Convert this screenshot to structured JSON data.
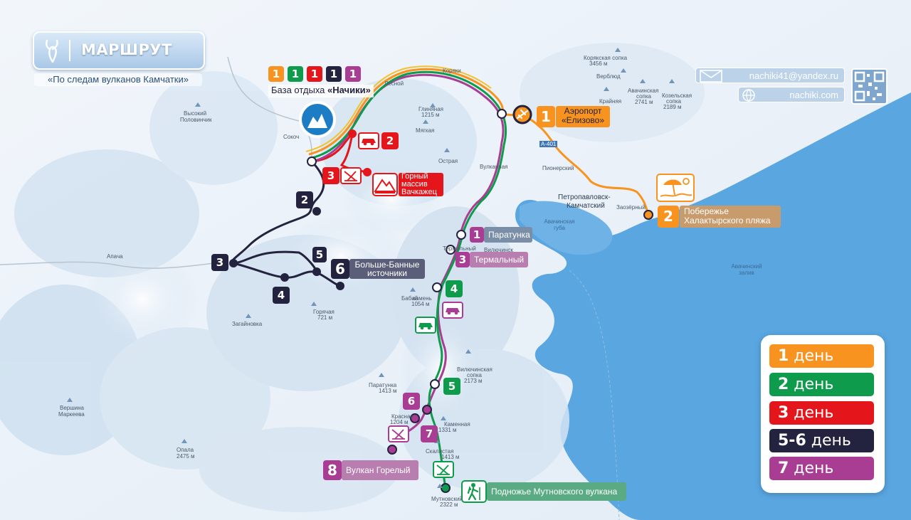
{
  "title": "МАРШРУТ",
  "subtitle": "«По следам вулканов Камчатки»",
  "contacts": {
    "email": "nachiki41@yandex.ru",
    "site": "nachiki.com"
  },
  "base": {
    "label_prefix": "База отдыха ",
    "label_name": "«Начики»",
    "days": [
      "1",
      "1",
      "1",
      "1",
      "1"
    ]
  },
  "legend": [
    {
      "num": "1",
      "text": " день",
      "color": "#f7931e"
    },
    {
      "num": "2",
      "text": " день",
      "color": "#0f9b4c"
    },
    {
      "num": "3",
      "text": " день",
      "color": "#e4161c"
    },
    {
      "num": "5-6",
      "text": " день",
      "color": "#23233f"
    },
    {
      "num": "7",
      "text": " день",
      "color": "#a93d93"
    }
  ],
  "colors": {
    "day1": "#f7931e",
    "day2": "#0f9b4c",
    "day3": "#e4161c",
    "day56": "#23233f",
    "day7": "#a93d93",
    "sea": "#5aa6e0",
    "land": "#eef3f9"
  },
  "points": {
    "airport": {
      "num": "1",
      "line1": "Аэропорт",
      "line2": "«Елизово»"
    },
    "beach": {
      "num": "2",
      "line1": "Побережье",
      "line2": "Халактырского пляжа"
    },
    "vachkazhets": {
      "num": "3",
      "line1": "Горный",
      "line2": "массив",
      "line3": "Вачкажец"
    },
    "paratunka": {
      "num": "1",
      "text": "Паратунка"
    },
    "thermal": {
      "num": "3",
      "text": "Термальный"
    },
    "bolshe_bannye": {
      "num": "6",
      "line1": "Больше-Банные",
      "line2": "источники"
    },
    "gorely": {
      "num": "8",
      "text": "Вулкан Горелый"
    },
    "mutnovsky": {
      "text": "Подножье Мутновского вулкана"
    }
  },
  "route_badges": {
    "d56_a": "2",
    "d56_b": "3",
    "d56_c": "4",
    "d56_d": "5",
    "d3_a": "2",
    "d2_a": "4",
    "d2_b": "5",
    "d7_a": "6",
    "d7_b": "7"
  },
  "places": {
    "korjaki": "Коряки",
    "lesnoy": "Лесной",
    "glinyanaya": "Глиняная",
    "glinyanaya_h": "1215 м",
    "myagkaya": "Мягкая",
    "ostraya": "Острая",
    "vulkannaya": "Вулканная",
    "sokoch": "Сокоч",
    "vysokiy": "Высокий",
    "polovinchik": "Половинчик",
    "apacha": "Апача",
    "goryachaya": "Горячая",
    "goryachaya_h": "721 м",
    "zaginovka": "Загайновка",
    "verhnyaya": "Вершина",
    "markeeva": "Маркеева",
    "opala": "Опала",
    "opala_h": "2475 м",
    "paratunka_m": "Паратунка",
    "paratunka_h": "1413 м",
    "krasnaya": "Красная",
    "krasnaya_h": "1204 м",
    "kamennaya": "Каменная",
    "kamennaya_h": "1331 м",
    "skalistaya": "Скалистая",
    "skalistaya_h": "1413 м",
    "mutnovsky": "Мутновский",
    "mutnovsky_h": "2322 м",
    "vilyuchinskaya": "Вилючинская",
    "vilyuchinskaya2": "сопка",
    "vilyuchinskaya_h": "2173 м",
    "babiy": "Бабий",
    "babiy2": "камень",
    "babiy_h": "1054 м",
    "termalny": "Термальный",
    "vilyuchinsk": "Вилючинск",
    "pionersky": "Пионерский",
    "petropavlovsk": "Петропавловск-",
    "kamchatsky": "Камчатский",
    "zaozerny": "Заозёрный",
    "koryakskaya": "Корякская сопка",
    "koryakskaya_h": "3456 м",
    "verblyud": "Верблюд",
    "krainyaya": "Крайняя",
    "avachinskaya": "Авачинская",
    "avachinskaya2": "сопка",
    "avachinskaya_h": "2741 м",
    "kozelskaya": "Козельская",
    "kozelskaya2": "сопка",
    "kozelskaya_h": "2189 м",
    "avachinskaya_guba1": "Авачинская",
    "avachinskaya_guba2": "губа",
    "avachinsky_zaliv1": "Авачинский",
    "avachinsky_zaliv2": "залив",
    "road_a401": "А-401"
  }
}
